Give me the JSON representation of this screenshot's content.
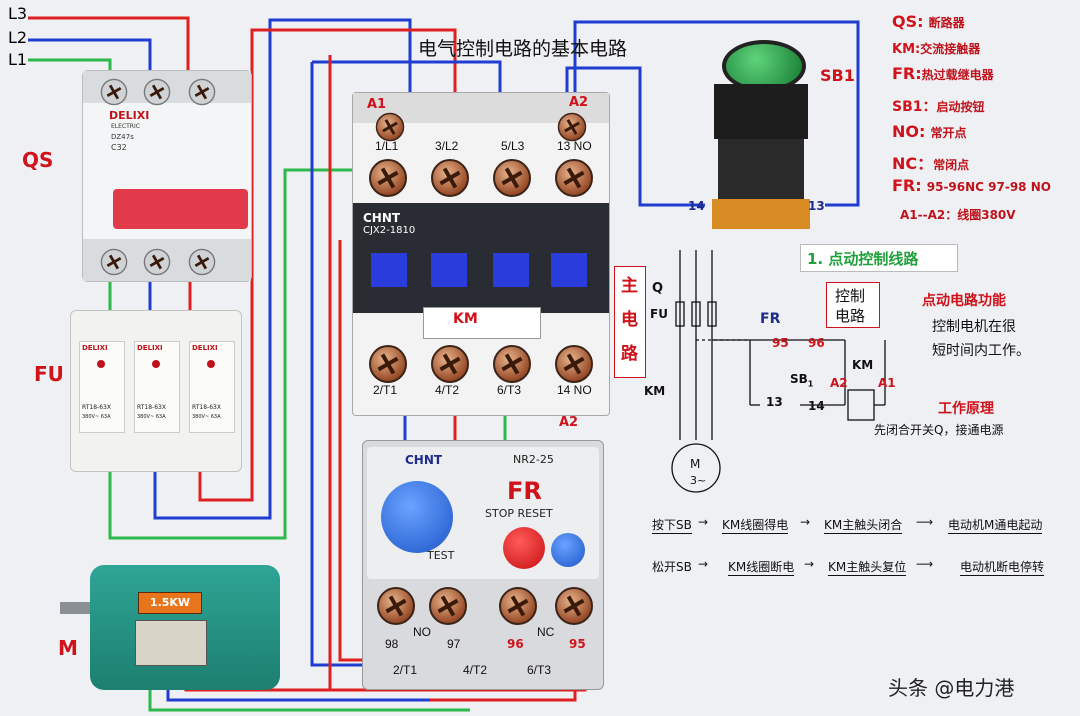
{
  "title": "电气控制电路的基本电路",
  "lines": {
    "l3": "L3",
    "l2": "L2",
    "l1": "L1"
  },
  "component_labels": {
    "qs": "QS",
    "fu": "FU",
    "m": "M",
    "sb1": "SB1",
    "km_block": "KM",
    "fr_block": "FR"
  },
  "breaker": {
    "brand": "DELIXI",
    "sub": "ELECTRIC",
    "model": "DZ47s",
    "rating": "C32"
  },
  "fuses": {
    "brand": "DELIXI",
    "model": "RT18-63X",
    "spec": "380V~ 63A"
  },
  "contactor": {
    "brand": "CHNT",
    "model": "CJX2-1810",
    "coil_a1": "A1",
    "coil_a2_top": "A2",
    "coil_a2_bottom": "A2",
    "top_terminals": [
      "1/L1",
      "3/L2",
      "5/L3",
      "13 NO"
    ],
    "bottom_terminals": [
      "2/T1",
      "4/T2",
      "6/T3",
      "14 NO"
    ]
  },
  "relay": {
    "brand": "CHNT",
    "model": "NR2-25",
    "stop_reset": "STOP RESET",
    "test": "TEST",
    "bottom_labels": [
      "98",
      "NO",
      "97",
      "96",
      "NC",
      "95"
    ],
    "output_terminals": [
      "2/T1",
      "4/T2",
      "6/T3"
    ]
  },
  "motor": {
    "power": "1.5KW"
  },
  "button": {
    "terminal_left": "14",
    "terminal_right": "13"
  },
  "legend": [
    {
      "key": "QS:",
      "value": "断路器"
    },
    {
      "key": "KM:",
      "value": "交流接触器"
    },
    {
      "key": "FR:",
      "value": "热过载继电器"
    },
    {
      "key": "SB1：",
      "value": "启动按钮"
    },
    {
      "key": "NO:",
      "value": "常开点"
    },
    {
      "key": "NC：",
      "value": "常闭点"
    },
    {
      "key": "FR:",
      "value": "95-96NC  97-98 NO"
    },
    {
      "key": "",
      "value": "A1--A2：线圈380V"
    }
  ],
  "schematic": {
    "section_title": "1. 点动控制线路",
    "main_circuit": [
      "主",
      "电",
      "路"
    ],
    "control_box": [
      "控制",
      "电路"
    ],
    "q": "Q",
    "fu": "FU",
    "km": "KM",
    "fr": "FR",
    "n95": "95",
    "n96": "96",
    "sb": "SB",
    "sb_sub": "1",
    "n13": "13",
    "n14": "14",
    "a2": "A2",
    "a1": "A1",
    "coil_km": "KM",
    "motor_symbol": "M",
    "motor_phase": "3~"
  },
  "function": {
    "heading": "点动电路功能",
    "line1": "控制电机在很",
    "line2": "短时间内工作。",
    "principle_heading": "工作原理",
    "principle_text": "先闭合开关Q，接通电源"
  },
  "flows": [
    {
      "start": "按下SB",
      "s1": "KM线圈得电",
      "s2": "KM主触头闭合",
      "end": "电动机M通电起动"
    },
    {
      "start": "松开SB",
      "s1": "KM线圈断电",
      "s2": "KM主触头复位",
      "end": "电动机断电停转"
    }
  ],
  "watermark": "头条 @电力港",
  "colors": {
    "red": "#d0121b",
    "blue": "#1d2b8f",
    "green": "#22b04a",
    "wire_red": "#e02020",
    "wire_blue": "#1f3dd0",
    "wire_green": "#2db84a"
  }
}
